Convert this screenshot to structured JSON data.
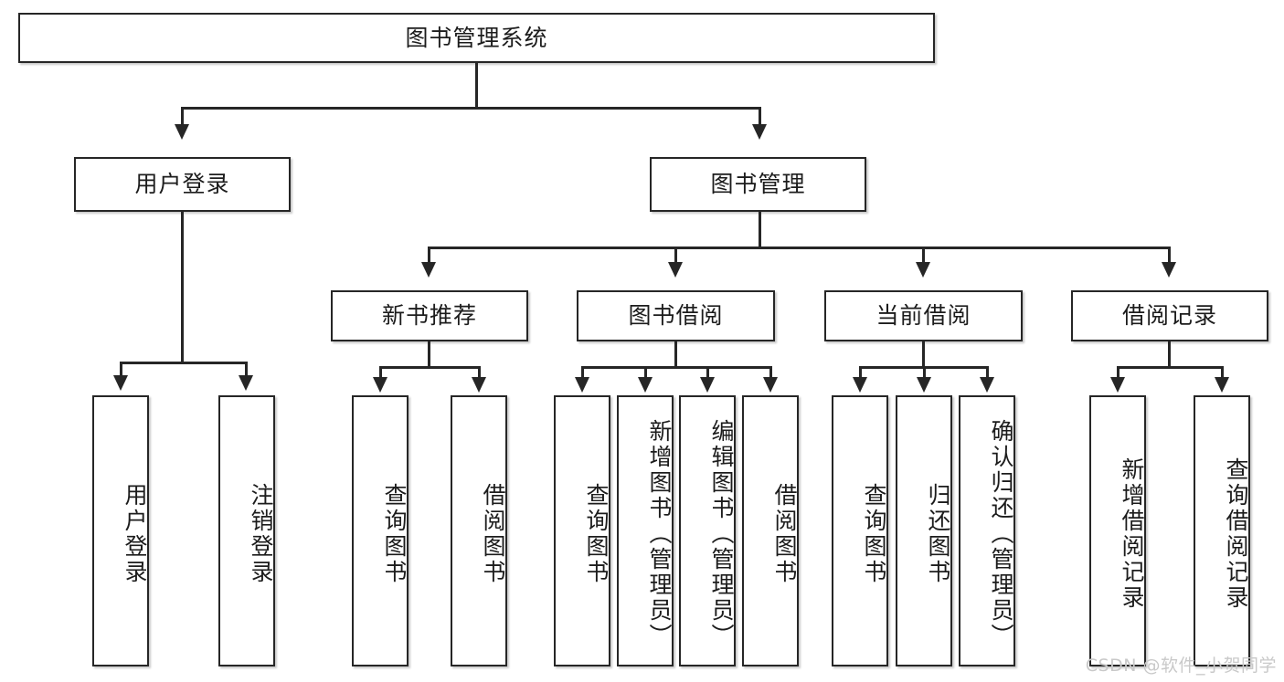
{
  "diagram": {
    "type": "tree",
    "title": "图书管理系统",
    "orientation": "top-down",
    "colors": {
      "box_border": "#262626",
      "box_fill": "#ffffff",
      "connector": "#262626",
      "text": "#1c1c1c",
      "background": "#ffffff",
      "watermark": "#c9c9c9"
    },
    "root": {
      "label": "图书管理系统"
    },
    "level2": [
      {
        "label": "用户登录"
      },
      {
        "label": "图书管理"
      }
    ],
    "level3": [
      {
        "label": "新书推荐",
        "parent": "图书管理"
      },
      {
        "label": "图书借阅",
        "parent": "图书管理"
      },
      {
        "label": "当前借阅",
        "parent": "图书管理"
      },
      {
        "label": "借阅记录",
        "parent": "图书管理"
      }
    ],
    "leaves": {
      "user_login": [
        {
          "label": "用户登录"
        },
        {
          "label": "注销登录"
        }
      ],
      "new_book_recommend": [
        {
          "label": "查询图书"
        },
        {
          "label": "借阅图书"
        }
      ],
      "book_borrow": [
        {
          "label": "查询图书"
        },
        {
          "label": "新增图书（管理员）"
        },
        {
          "label": "编辑图书（管理员）"
        },
        {
          "label": "借阅图书"
        }
      ],
      "current_borrow": [
        {
          "label": "查询图书"
        },
        {
          "label": "归还图书"
        },
        {
          "label": "确认归还（管理员）"
        }
      ],
      "borrow_record": [
        {
          "label": "新增借阅记录"
        },
        {
          "label": "查询借阅记录"
        }
      ]
    }
  },
  "watermark": {
    "text": "CSDN @软件_小贺同学"
  }
}
